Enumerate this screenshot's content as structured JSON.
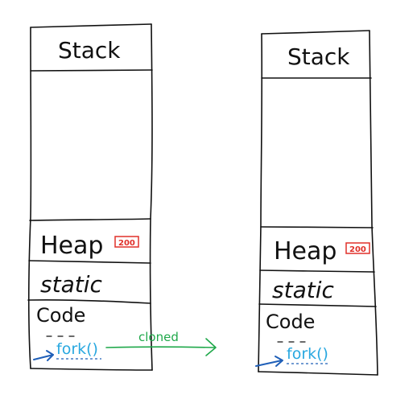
{
  "left_process": {
    "stack_label": "Stack",
    "heap_label": "Heap",
    "heap_badge": "200",
    "static_label": "static",
    "code_label": "Code",
    "fork_label": "fork()"
  },
  "right_process": {
    "stack_label": "Stack",
    "heap_label": "Heap",
    "heap_badge": "200",
    "static_label": "static",
    "code_label": "Code",
    "fork_label": "fork()"
  },
  "clone_arrow_label": "cloned",
  "colors": {
    "ink": "#111111",
    "badge": "#e0302a",
    "fork": "#29a8e0",
    "pointer": "#1f5fb8",
    "clone_arrow": "#1fa84a"
  }
}
